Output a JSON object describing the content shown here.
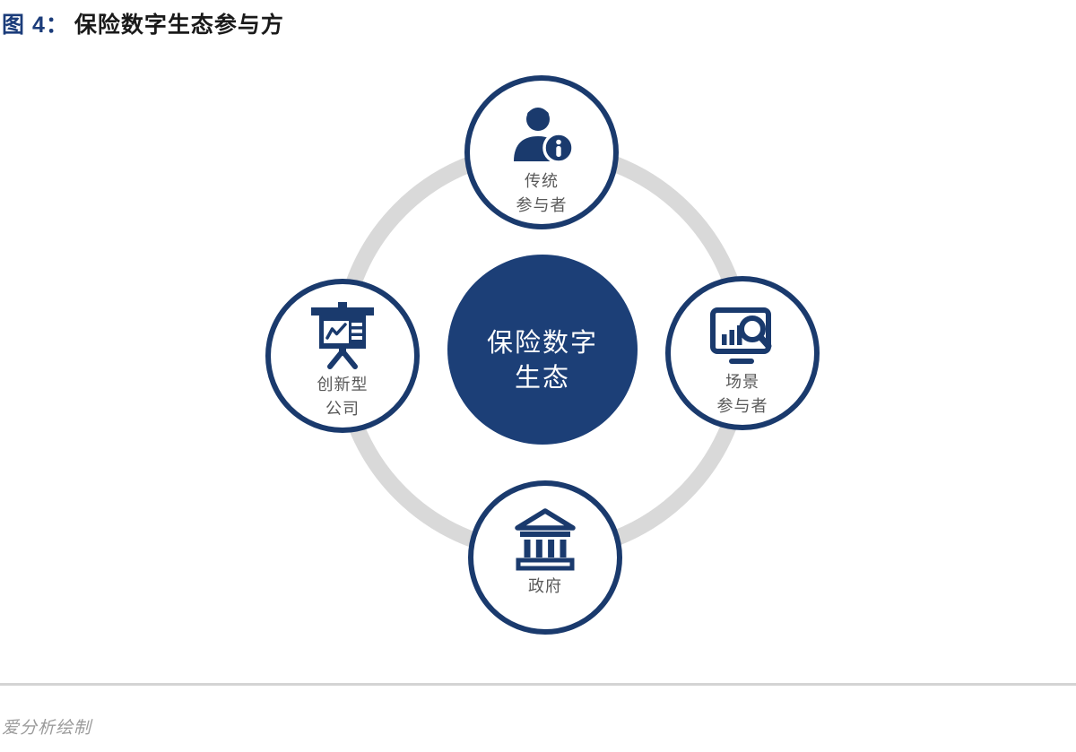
{
  "title": {
    "figure_label": "图 4：",
    "text": "保险数字生态参与方"
  },
  "diagram": {
    "center": {
      "line1": "保险数字",
      "line2": "生态"
    },
    "nodes": [
      {
        "id": "traditional-participants",
        "icon": "user-info-icon",
        "line1": "传统",
        "line2": "参与者"
      },
      {
        "id": "scene-participants",
        "icon": "monitor-search-icon",
        "line1": "场景",
        "line2": "参与者"
      },
      {
        "id": "innovative-companies",
        "icon": "presentation-chart-icon",
        "line1": "创新型",
        "line2": "公司"
      },
      {
        "id": "government",
        "icon": "bank-icon",
        "line1": "政府",
        "line2": ""
      }
    ]
  },
  "footer": {
    "credit": "爱分析绘制"
  },
  "colors": {
    "navy": "#1a3a6d",
    "center_fill": "#1c3f77",
    "ring_gray": "#d9d9d9",
    "label_gray": "#595959",
    "title_blue": "#1b3c7a",
    "divider_gray": "#d4d4d4"
  }
}
